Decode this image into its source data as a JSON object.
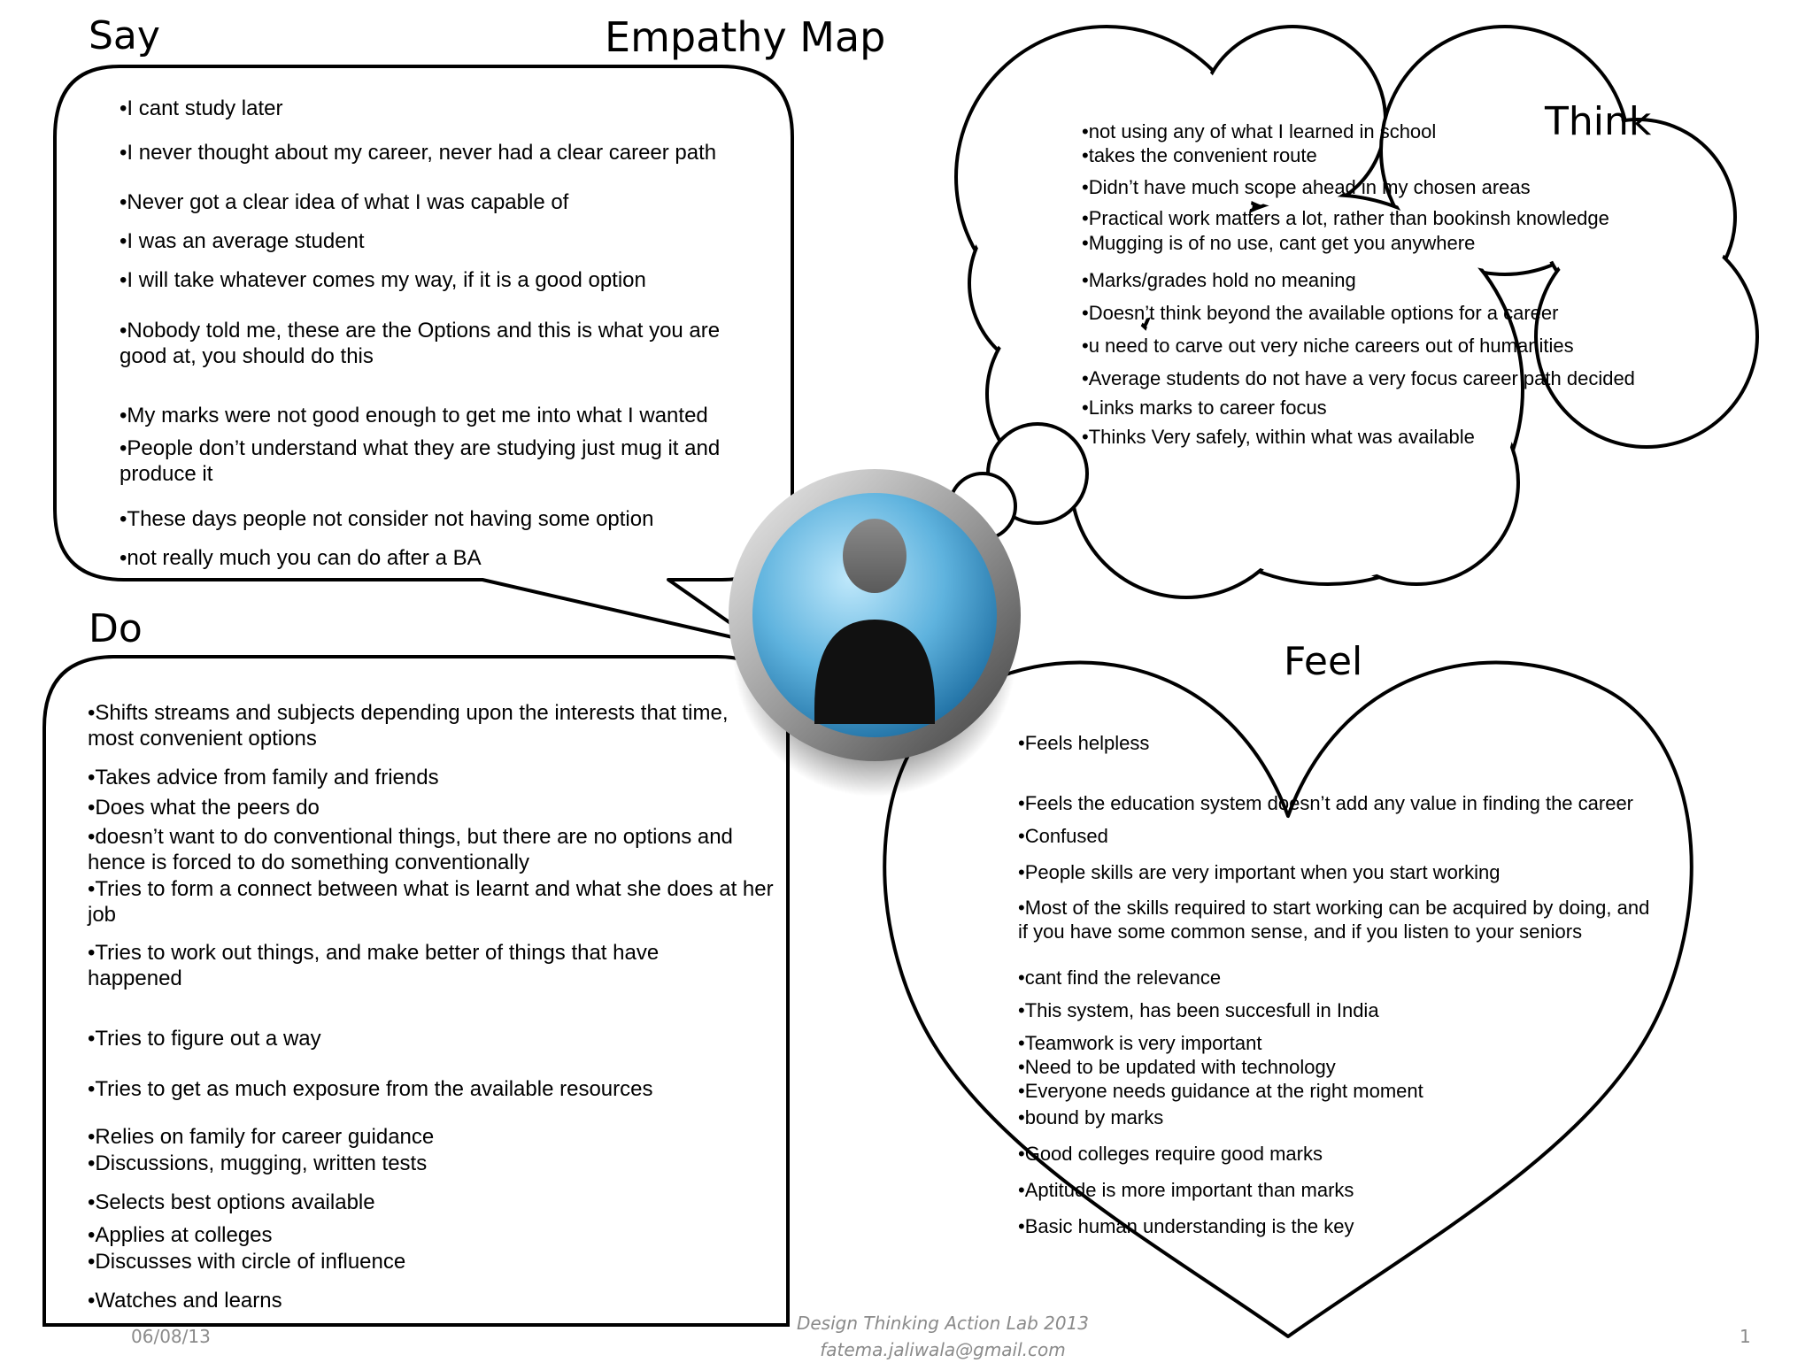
{
  "title": "Empathy Map",
  "say": {
    "heading": "Say",
    "items": [
      "•I cant study later",
      "•I never thought about my career, never had a clear career path",
      "•Never got a clear idea of what I was capable of",
      "•I was an average student",
      "•I will take whatever comes my way, if it is a good option",
      "•Nobody told me, these are the Options and this is what you are good at, you should do this",
      "•My marks were not good enough to get me into what I wanted",
      "•People don’t understand what they are studying just mug it and produce it",
      "•These days people not consider not having some option",
      "•not really much you can do after a BA"
    ]
  },
  "think": {
    "heading": "Think",
    "items": [
      "•not using any of what I learned in school",
      "•takes the convenient route",
      "•Didn’t have much scope ahead in my chosen areas",
      "•Practical work matters a lot, rather than bookinsh knowledge",
      "•Mugging is of no use, cant get you anywhere",
      "•Marks/grades hold no meaning",
      "•Doesn’t think beyond the available options for a career",
      "•u need to carve out very niche careers out of humanities",
      "•Average students do not have a very focus career path decided",
      "•Links marks to career focus",
      "•Thinks Very safely, within what was available"
    ]
  },
  "do": {
    "heading": "Do",
    "items": [
      "•Shifts streams and subjects depending upon the interests that time, most convenient options",
      "•Takes advice from family and friends",
      "•Does what the peers do",
      "•doesn’t want to do conventional things, but there are no options and hence is forced to do something conventionally",
      "•Tries to form a connect between what is learnt and what she does at her job",
      "•Tries to work out things, and make better of things that have happened",
      "•Tries to figure out a way",
      "•Tries to get as much exposure from the available resources",
      "•Relies on family for career guidance",
      "•Discussions, mugging, written tests",
      "•Selects best options available",
      "•Applies at colleges",
      "•Discusses with circle of influence",
      "•Watches and learns"
    ]
  },
  "feel": {
    "heading": "Feel",
    "items": [
      "•Feels helpless",
      "•Feels the education system doesn’t add any value in finding the career",
      "•Confused",
      "•People skills are very important when you start working",
      "•Most of the skills required to start working can be acquired by doing, and if you have some common sense, and if you listen to your seniors",
      "•cant find the relevance",
      "•This system, has been succesfull in India",
      "•Teamwork is very important",
      "•Need to be updated with technology",
      "•Everyone needs guidance at the right moment",
      "•bound by marks",
      "•Good colleges require good marks",
      "•Aptitude is more important than marks",
      "•Basic human understanding is the key"
    ]
  },
  "footer": {
    "date": "06/08/13",
    "org": "Design Thinking Action Lab 2013",
    "email": "fatema.jaliwala@gmail.com",
    "page_number": "1"
  },
  "icons": {
    "persona": "person-avatar-icon"
  }
}
